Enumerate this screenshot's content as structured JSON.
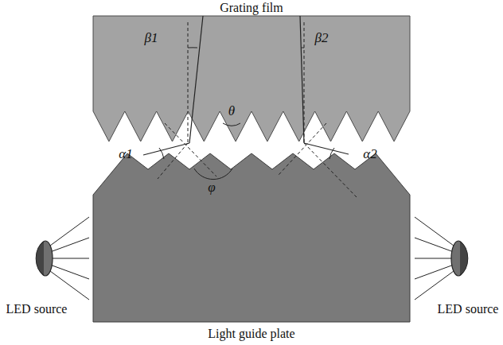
{
  "diagram": {
    "labels": [
      "Grating film",
      "β1",
      "β2",
      "θ",
      "α1",
      "α2",
      "φ",
      "LED source",
      "LED source",
      "Light guide plate"
    ]
  }
}
